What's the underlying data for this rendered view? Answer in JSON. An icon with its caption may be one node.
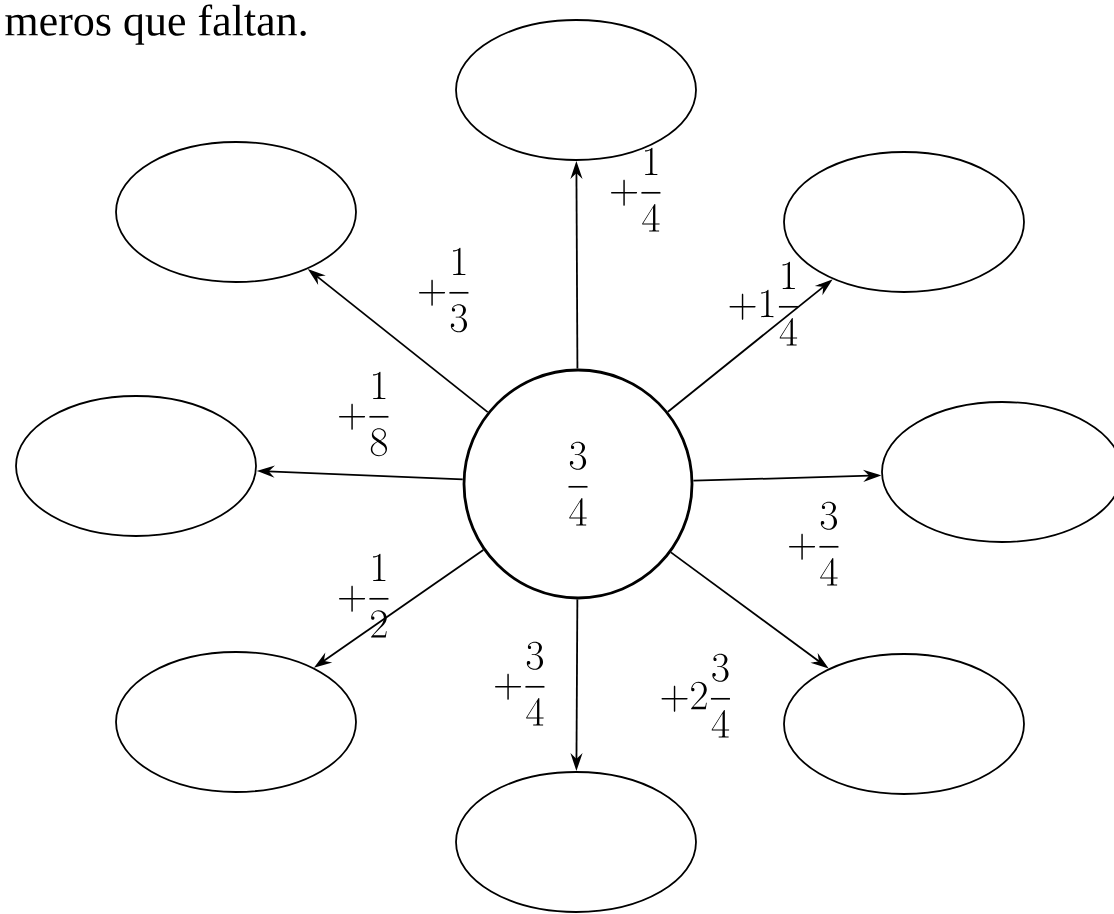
{
  "diagram": {
    "nodes": [
      {
        "text": [
          "\\frac{3}{4}"
        ]
      },
      {
        "text": [],
        "shape": "ellipse"
      },
      {
        "text": [],
        "shape": "ellipse"
      },
      {
        "text": [],
        "shape": "ellipse"
      },
      {
        "text": [],
        "shape": "ellipse"
      },
      {
        "text": [],
        "shape": "ellipse"
      },
      {
        "text": [],
        "shape": "ellipse"
      },
      {
        "text": [],
        "shape": "ellipse"
      },
      {
        "text": [],
        "shape": "ellipse"
      }
    ],
    "edges": [
      {
        "from": 0,
        "to": 1,
        "arrow": "to",
        "label": "+\\frac{1}{4}"
      },
      {
        "from": 0,
        "to": 2,
        "arrow": "to",
        "label": "+\\frac{1}{3}"
      },
      {
        "from": 0,
        "to": 3,
        "arrow": "to",
        "label": "+1\\frac{1}{4}"
      },
      {
        "from": 0,
        "to": 4,
        "arrow": "to",
        "label": "+\\frac{1}{8}"
      },
      {
        "from": 0,
        "to": 5,
        "arrow": "to",
        "label": "+\\frac{3}{4}"
      },
      {
        "from": 0,
        "to": 6,
        "arrow": "to",
        "label": "+\\frac{1}{2}"
      },
      {
        "from": 0,
        "to": 7,
        "arrow": "to",
        "label": "+2\\frac{3}{4}"
      },
      {
        "from": 0,
        "to": 8,
        "arrow": "to",
        "label": "+\\frac{3}{4}"
      }
    ],
    "labels": [
      "meros que faltan."
    ]
  }
}
